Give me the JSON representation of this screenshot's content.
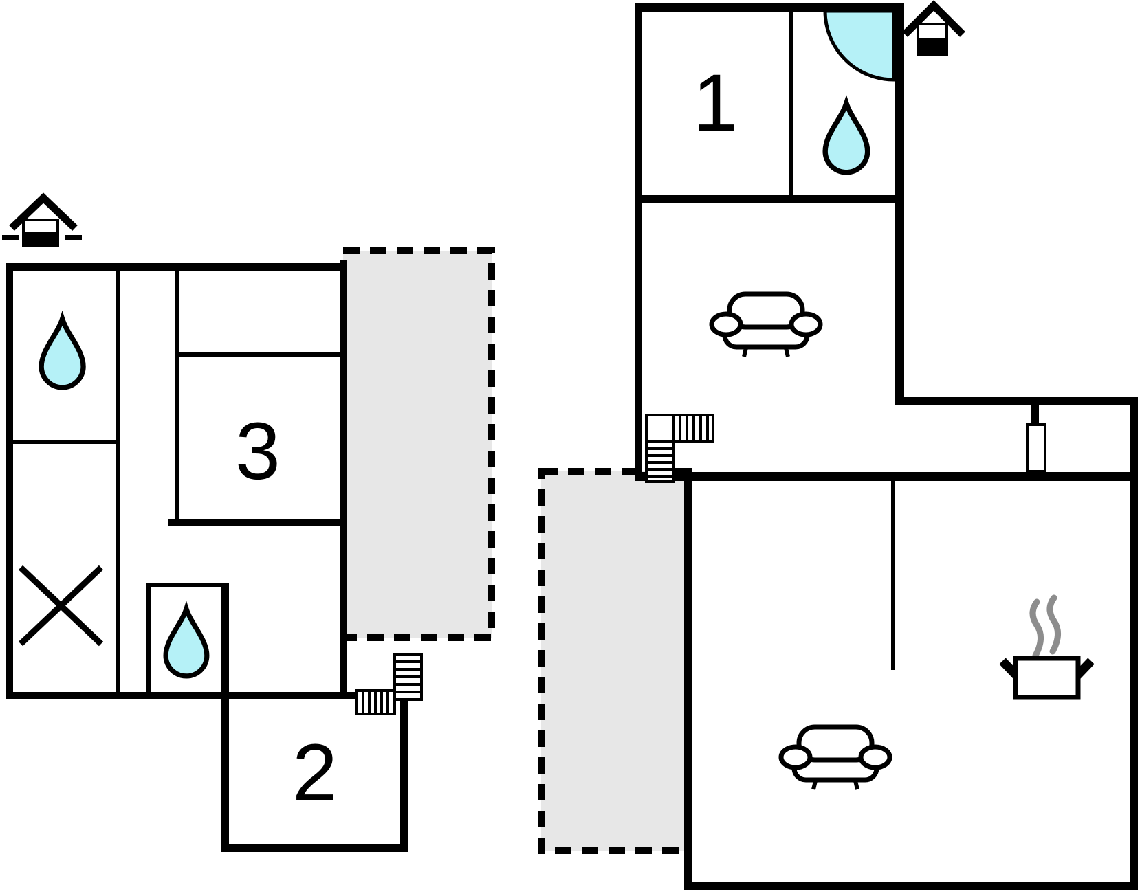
{
  "colors": {
    "wall": "#000000",
    "water": "#b5f1f7",
    "terrace": "#e7e7e7",
    "steam": "#8d8d8d",
    "background": "#ffffff"
  },
  "plans": {
    "left": {
      "floor_icon": "house-with-ground-dashes",
      "labels": [
        "3",
        "2"
      ],
      "features": [
        "water-drop",
        "water-drop-small",
        "cross-marker",
        "l-shaped-stairs",
        "dashed-terrace"
      ]
    },
    "right": {
      "floor_icon": "house",
      "labels": [
        "1"
      ],
      "features": [
        "shower-quarter-circle",
        "water-drop",
        "sofa",
        "sofa",
        "l-shaped-stairs",
        "window-in-wall",
        "stove-pot-with-steam",
        "dashed-terrace"
      ]
    }
  }
}
